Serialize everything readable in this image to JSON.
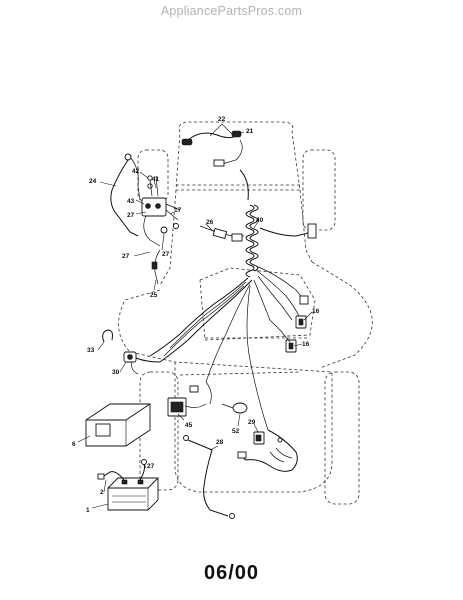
{
  "header": {
    "site": "AppliancePartsPros.com"
  },
  "footer": {
    "date_code": "06/00"
  },
  "callouts": [
    {
      "id": "c22",
      "text": "22"
    },
    {
      "id": "c21",
      "text": "21"
    },
    {
      "id": "c24",
      "text": "24"
    },
    {
      "id": "c42",
      "text": "42"
    },
    {
      "id": "c41",
      "text": "41"
    },
    {
      "id": "c43",
      "text": "43"
    },
    {
      "id": "c27a",
      "text": "27"
    },
    {
      "id": "c17",
      "text": "17"
    },
    {
      "id": "c26",
      "text": "26"
    },
    {
      "id": "c40",
      "text": "40"
    },
    {
      "id": "c27b",
      "text": "27"
    },
    {
      "id": "c27c",
      "text": "27"
    },
    {
      "id": "c25",
      "text": "25"
    },
    {
      "id": "c16a",
      "text": "16"
    },
    {
      "id": "c16b",
      "text": "16"
    },
    {
      "id": "c33",
      "text": "33"
    },
    {
      "id": "c30",
      "text": "30"
    },
    {
      "id": "c45",
      "text": "45"
    },
    {
      "id": "c52",
      "text": "52"
    },
    {
      "id": "c6",
      "text": "6"
    },
    {
      "id": "c29",
      "text": "29"
    },
    {
      "id": "c28",
      "text": "28"
    },
    {
      "id": "c27d",
      "text": "27"
    },
    {
      "id": "c2",
      "text": "2"
    },
    {
      "id": "c1",
      "text": "1"
    }
  ]
}
